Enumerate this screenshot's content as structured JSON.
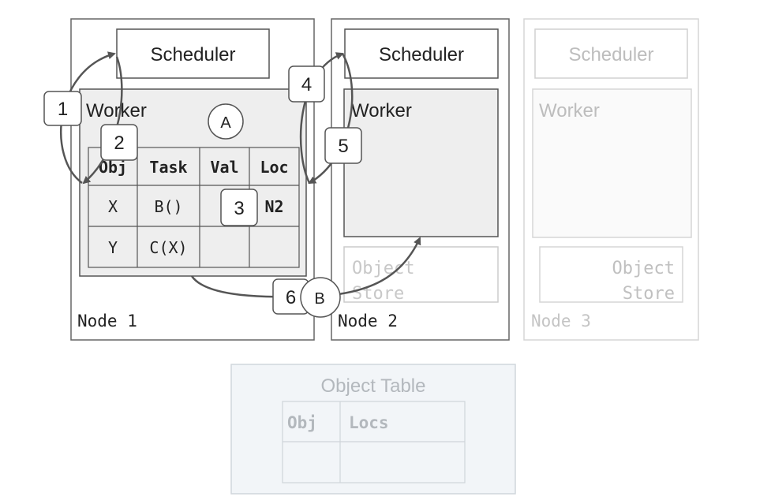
{
  "nodes": [
    {
      "label": "Node 1",
      "scheduler": "Scheduler",
      "worker": "Worker",
      "worker_badge": "A",
      "task_table": {
        "headers": [
          "Obj",
          "Task",
          "Val",
          "Loc"
        ],
        "rows": [
          [
            "X",
            "B()",
            "",
            "N2"
          ],
          [
            "Y",
            "C(X)",
            "",
            ""
          ]
        ]
      }
    },
    {
      "label": "Node 2",
      "scheduler": "Scheduler",
      "worker": "Worker",
      "object_store": [
        "Object",
        "Store"
      ]
    },
    {
      "label": "Node 3",
      "scheduler": "Scheduler",
      "worker": "Worker",
      "object_store": [
        "Object",
        "Store"
      ]
    }
  ],
  "object_table": {
    "title": "Object Table",
    "headers": [
      "Obj",
      "Locs"
    ]
  },
  "steps": [
    "1",
    "2",
    "3",
    "4",
    "5",
    "6"
  ],
  "remote_badge": "B",
  "colors": {
    "line": "#555555",
    "faded": "#cccccc",
    "faded_text": "#bbbbbb",
    "worker_fill": "#eeeeee",
    "object_table_fill": "#f2f5f8"
  }
}
